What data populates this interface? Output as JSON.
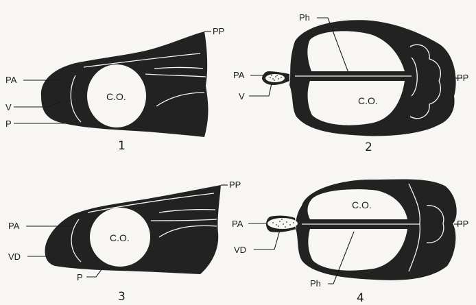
{
  "figures": [
    {
      "number": "1",
      "view": "lateral",
      "inner_label": "C.O.",
      "callouts": [
        "PP",
        "PA",
        "V",
        "P"
      ]
    },
    {
      "number": "2",
      "view": "dorsal",
      "inner_label": "C.O.",
      "callouts": [
        "Ph",
        "PA",
        "V",
        "PP"
      ]
    },
    {
      "number": "3",
      "view": "lateral",
      "inner_label": "C.O.",
      "callouts": [
        "PP",
        "PA",
        "VD",
        "P"
      ]
    },
    {
      "number": "4",
      "view": "dorsal",
      "inner_label": "C.O.",
      "callouts": [
        "PA",
        "VD",
        "Ph",
        "PP"
      ]
    }
  ],
  "colors": {
    "ink": "#222222",
    "paper": "#f7f6f2"
  }
}
